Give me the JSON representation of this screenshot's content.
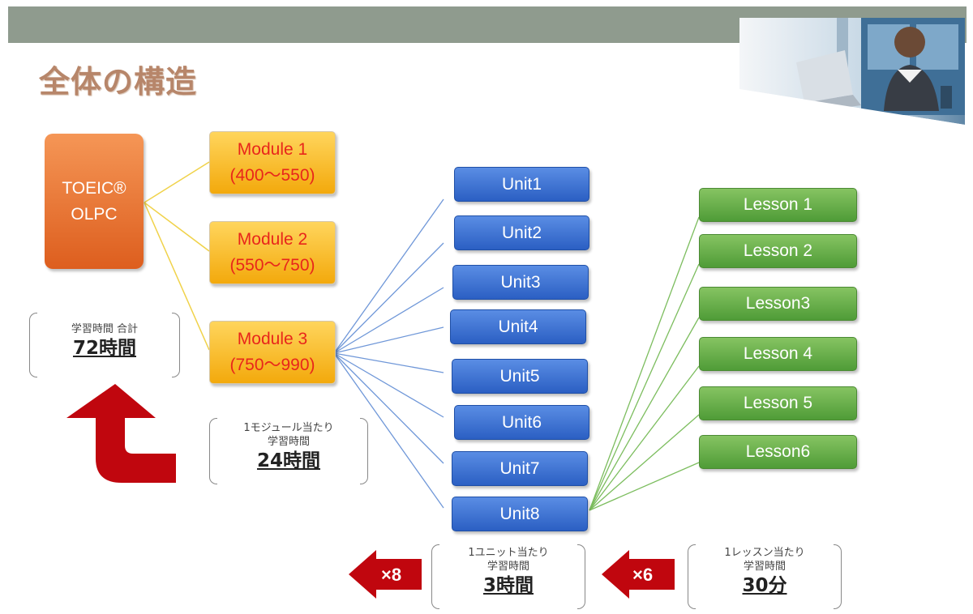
{
  "title": "全体の構造",
  "root": {
    "line1": "TOEIC®",
    "line2": "OLPC"
  },
  "modules": [
    {
      "name": "Module 1",
      "range": "(400～550)"
    },
    {
      "name": "Module 2",
      "range": "(550～750)"
    },
    {
      "name": "Module 3",
      "range": "(750～990)"
    }
  ],
  "units": [
    "Unit1",
    "Unit2",
    "Unit3",
    "Unit4",
    "Unit5",
    "Unit6",
    "Unit7",
    "Unit8"
  ],
  "lessons": [
    "Lesson 1",
    "Lesson 2",
    "Lesson3",
    "Lesson 4",
    "Lesson 5",
    "Lesson6"
  ],
  "total": {
    "label": "学習時間 合計",
    "value": "72時間"
  },
  "per_module": {
    "label1": "1モジュール当たり",
    "label2": "学習時間",
    "value": "24時間"
  },
  "per_unit": {
    "label1": "1ユニット当たり",
    "label2": "学習時間",
    "value": "3時間"
  },
  "per_lesson": {
    "label1": "1レッスン当たり",
    "label2": "学習時間",
    "value": "30分"
  },
  "multipliers": {
    "units": "×8",
    "lessons": "×6"
  },
  "colors": {
    "root": "#e8692a",
    "module": "#f7bc22",
    "module_text": "#e8261b",
    "unit": "#3c70d4",
    "lesson": "#65ad48",
    "arrow": "#c0060e",
    "line_module": "#f0d24a",
    "line_unit": "#6f97d8",
    "line_lesson": "#7cbd5e"
  }
}
